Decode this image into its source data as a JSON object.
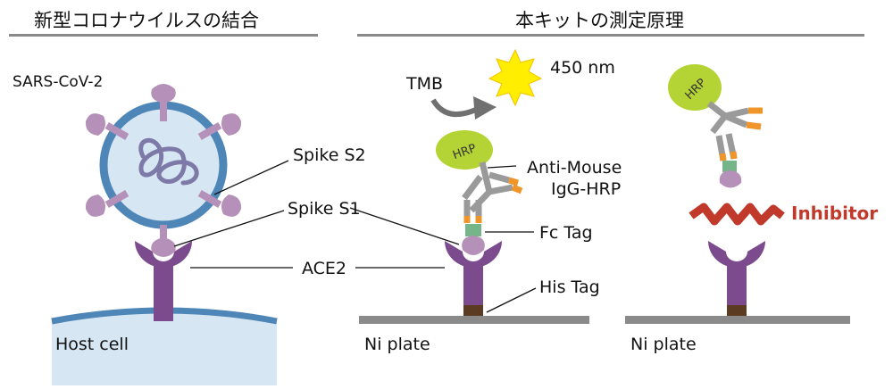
{
  "left_panel": {
    "heading": "新型コロナウイルスの結合",
    "virus_label": "SARS-CoV-2",
    "spike_s2_label": "Spike S2",
    "spike_s1_label": "Spike S1",
    "ace2_label": "ACE2",
    "host_cell_label": "Host cell"
  },
  "right_panel": {
    "heading": "本キットの測定原理",
    "tmb_label": "TMB",
    "wavelength_label": "450 nm",
    "hrp_label": "HRP",
    "antibody_label_line1": "Anti-Mouse",
    "antibody_label_line2": "IgG-HRP",
    "fc_tag_label": "Fc Tag",
    "his_tag_label": "His Tag",
    "plate_label": "Ni plate",
    "plate_label_2": "Ni plate",
    "hrp_label_2": "HRP",
    "inhibitor_label": "Inhibitor"
  },
  "colors": {
    "ace2": "#7b4b8e",
    "spike": "#b590b8",
    "virus_ring": "#4f86b8",
    "virus_core": "#d6e6f3",
    "rna": "#7e7aa8",
    "hrp": "#b4d334",
    "antibody": "#9a9a9a",
    "antibody_tip": "#f0952a",
    "fc_tag": "#76b58a",
    "his_tag": "#5b3b22",
    "plate": "#8a8a8a",
    "inhibitor": "#c0392b",
    "burst": "#ffee00",
    "host_cell": "#d6e6f3"
  }
}
